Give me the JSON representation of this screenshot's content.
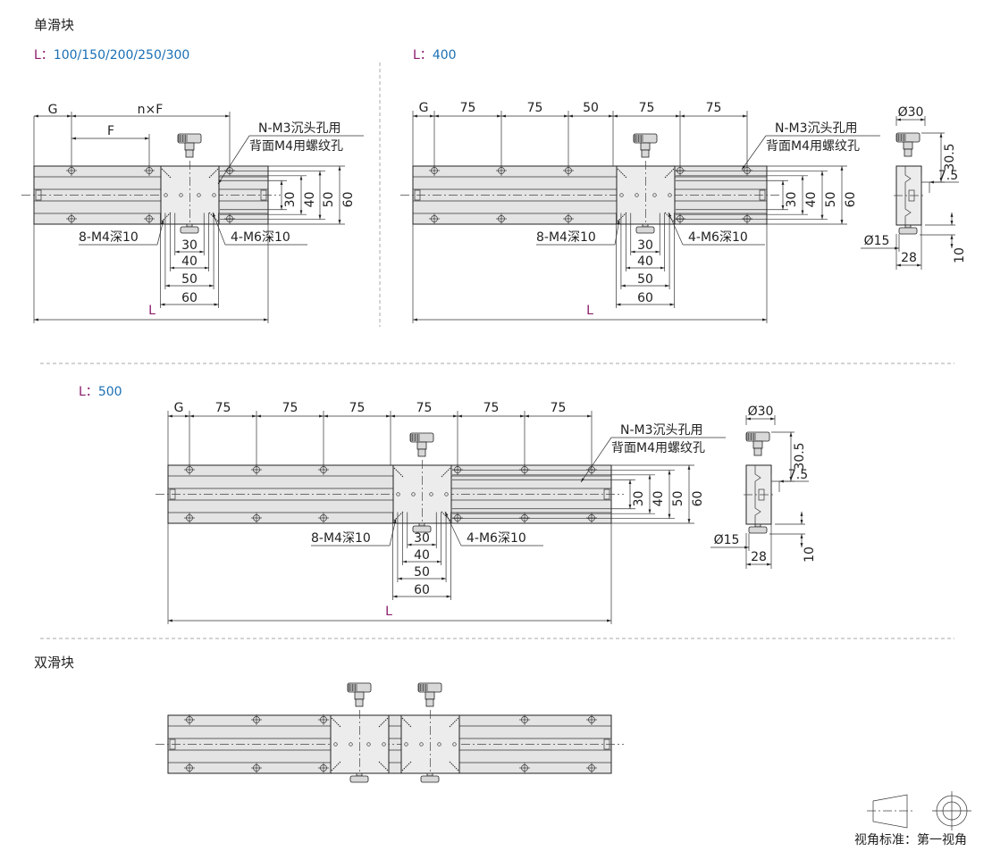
{
  "sections": {
    "single_title": "单滑块",
    "double_title": "双滑块"
  },
  "variants": [
    {
      "label": "L：",
      "value": "100/150/200/250/300"
    },
    {
      "label": "L：",
      "value": "400"
    },
    {
      "label": "L：",
      "value": "500"
    }
  ],
  "dims": {
    "G": "G",
    "nF": "n×F",
    "F": "F",
    "L": "L",
    "d30": "30",
    "d40": "40",
    "d50": "50",
    "d60": "60"
  },
  "pitch_400": [
    "G",
    "75",
    "75",
    "50",
    "75",
    "75"
  ],
  "pitch_500": [
    "G",
    "75",
    "75",
    "75",
    "75",
    "75",
    "75"
  ],
  "callouts": {
    "n_m3": "N-M3沉头孔用",
    "back_m4": "背面M4用螺纹孔",
    "m4": "8-M4深10",
    "m6": "4-M6深10"
  },
  "side": {
    "knob_dia": "Ø30",
    "height": "30.5",
    "offset": "7.5",
    "foot_dia": "Ø15",
    "width": "28",
    "foot_h": "10"
  },
  "legend": {
    "text": "视角标准：第一视角"
  },
  "colors": {
    "label": "#8b1a6b",
    "value": "#1a6fb5"
  }
}
